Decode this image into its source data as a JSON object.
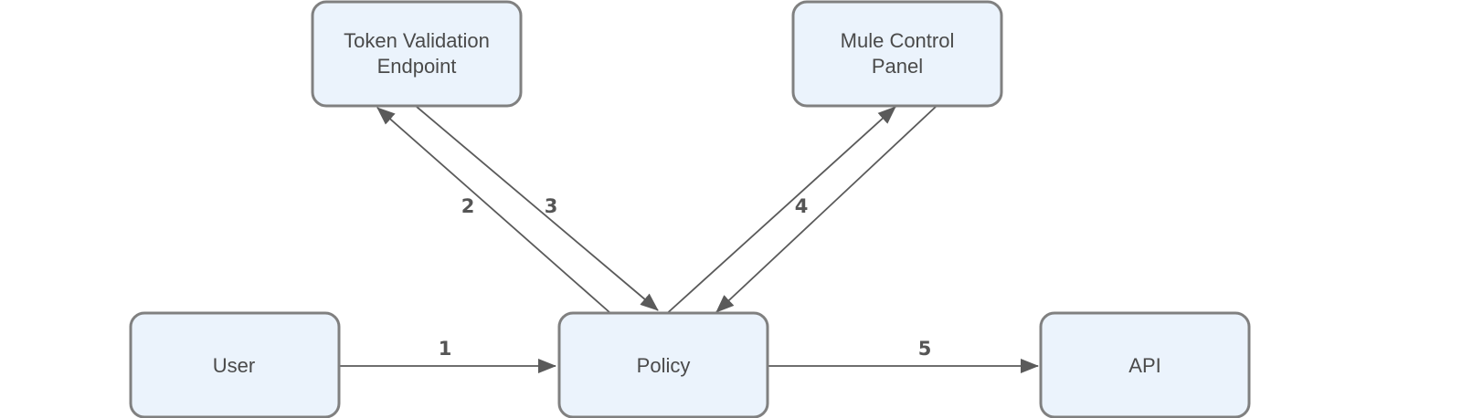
{
  "nodes": {
    "token": {
      "line1": "Token Validation",
      "line2": "Endpoint"
    },
    "mule": {
      "line1": "Mule Control",
      "line2": "Panel"
    },
    "user": {
      "label": "User"
    },
    "policy": {
      "label": "Policy"
    },
    "api": {
      "label": "API"
    }
  },
  "edges": {
    "e1": {
      "label": "1",
      "from": "User",
      "to": "Policy"
    },
    "e2": {
      "label": "2",
      "from": "Policy",
      "to": "Token Validation Endpoint"
    },
    "e3": {
      "label": "3",
      "from": "Token Validation Endpoint",
      "to": "Policy"
    },
    "e4": {
      "label": "4",
      "from": "Policy",
      "to": "Mule Control Panel"
    },
    "e5": {
      "label": "5",
      "from": "Policy",
      "to": "API"
    },
    "e6": {
      "label": "",
      "from": "Mule Control Panel",
      "to": "Policy"
    }
  },
  "colors": {
    "node_fill": "#ebf3fc",
    "node_stroke": "#808080",
    "edge": "#5a5a5a",
    "text": "#4a4a4a"
  }
}
